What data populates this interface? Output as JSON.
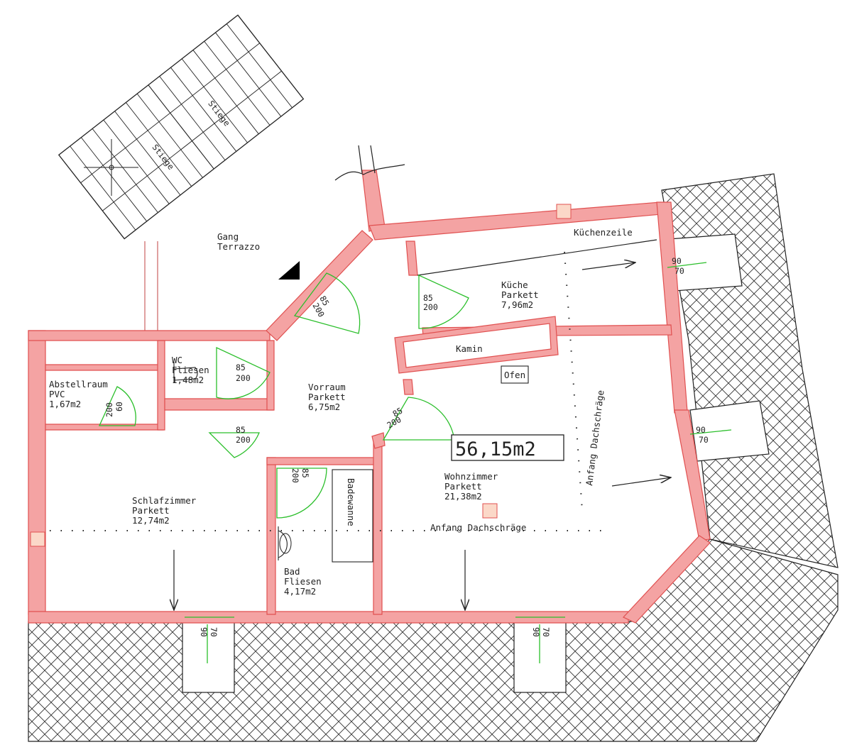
{
  "rooms": {
    "gang": {
      "name": "Gang",
      "floor": "Terrazzo"
    },
    "abstellraum": {
      "name": "Abstellraum",
      "floor": "PVC",
      "area": "1,67m2"
    },
    "wc": {
      "name": "WC",
      "floor": "Fliesen",
      "area": "1,48m2"
    },
    "vorraum": {
      "name": "Vorraum",
      "floor": "Parkett",
      "area": "6,75m2"
    },
    "kueche": {
      "name": "Küche",
      "floor": "Parkett",
      "area": "7,96m2"
    },
    "schlafzimmer": {
      "name": "Schlafzimmer",
      "floor": "Parkett",
      "area": "12,74m2"
    },
    "bad": {
      "name": "Bad",
      "floor": "Fliesen",
      "area": "4,17m2"
    },
    "wohnzimmer": {
      "name": "Wohnzimmer",
      "floor": "Parkett",
      "area": "21,38m2"
    }
  },
  "labels": {
    "kuechenzeile": "Küchenzeile",
    "kamin": "Kamin",
    "ofen": "Ofen",
    "badewanne": "Badewanne",
    "anfang_dachschraege": "Anfang Dachschräge",
    "stiege": "Stiege"
  },
  "total_area": "56,15m2",
  "doors": {
    "d85": "85",
    "d200": "200",
    "d60": "60",
    "d90": "90",
    "d70": "70"
  },
  "colors": {
    "wall_fill": "#f4a3a3",
    "wall_stroke": "#e05050",
    "door": "#2bbf2b",
    "line": "#222222"
  }
}
